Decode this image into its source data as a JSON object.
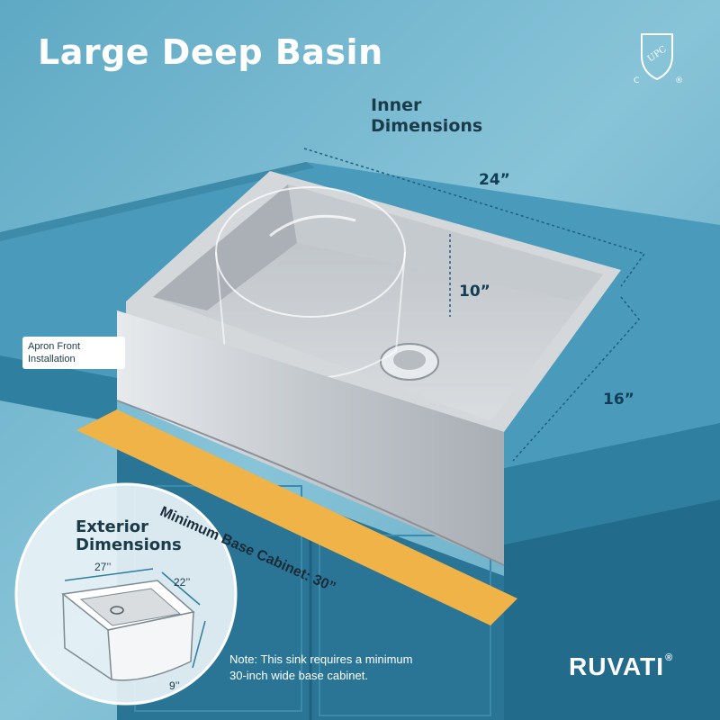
{
  "title": "Large Deep Basin",
  "inner_dimensions": {
    "title_line1": "Inner",
    "title_line2": "Dimensions",
    "width": "24”",
    "depth": "10”",
    "length": "16”"
  },
  "apron_label": {
    "line1": "Apron Front",
    "line2": "Installation"
  },
  "cabinet_band": "Minimum Base Cabinet: 30”",
  "exterior_dimensions": {
    "title_line1": "Exterior",
    "title_line2": "Dimensions",
    "width": "27’’",
    "length": "22’’",
    "depth": "9’’"
  },
  "note": {
    "line1": "Note: This sink requires a minimum",
    "line2": "30-inch wide base cabinet."
  },
  "brand": {
    "name": "RUVATI",
    "mark": "®"
  },
  "certification": {
    "label": "UPC",
    "left": "C",
    "right": "®"
  },
  "colors": {
    "background": "#6fb3cc",
    "band": "#f0b347",
    "counter": "#3a8fb0",
    "steel": "#c9cdd1"
  },
  "icons": {
    "certification": "upc-shield-icon",
    "drain": "drain-icon"
  }
}
